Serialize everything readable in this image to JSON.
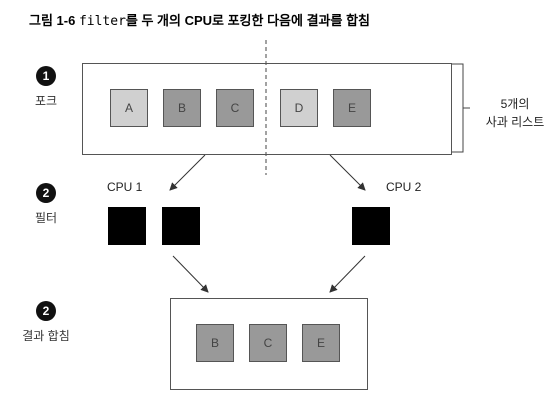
{
  "figure": {
    "caption_prefix": "그림 1-6 ",
    "caption_code": "filter",
    "caption_suffix": "를 두 개의 CPU로 포킹한 다음에 결과를 합침"
  },
  "steps": [
    {
      "number": "1",
      "label": "포크"
    },
    {
      "number": "2",
      "label": "필터"
    },
    {
      "number": "2",
      "label": "결과 합침"
    }
  ],
  "fork_row": {
    "items": [
      {
        "label": "A",
        "tone": "light"
      },
      {
        "label": "B",
        "tone": "dark"
      },
      {
        "label": "C",
        "tone": "dark"
      },
      {
        "label": "D",
        "tone": "light"
      },
      {
        "label": "E",
        "tone": "dark"
      }
    ],
    "brace_note_line1": "5개의",
    "brace_note_line2": "사과 리스트"
  },
  "cpus": [
    {
      "label": "CPU 1"
    },
    {
      "label": "CPU 2"
    }
  ],
  "merged_row": {
    "items": [
      {
        "label": "B"
      },
      {
        "label": "C"
      },
      {
        "label": "E"
      }
    ]
  },
  "colors": {
    "dark_apple": "#999999",
    "light_apple": "#d0d0d0",
    "filter_block": "#000000",
    "outline": "#555555"
  }
}
